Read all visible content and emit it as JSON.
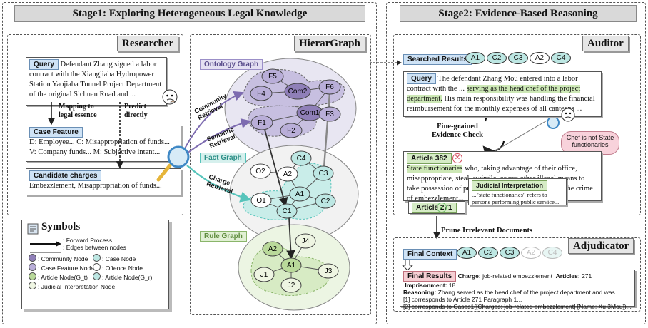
{
  "stage1": {
    "title": "Stage1:   Exploring Heterogeneous Legal Knowledge",
    "researcher": {
      "title": "Researcher",
      "query_tag": "Query",
      "query_text": "Defendant Zhang signed a labor contract with the Xiangjiaba Hydropower Station Yaojiaba Tunnel Project Department of the original Sichuan Road and ...",
      "mapping_label": "Mapping to legal essence",
      "predict_label": "Predict directly",
      "case_feature_tag": "Case Feature",
      "case_feature_line1": "D: Employee...  C: Misappropriation of funds...",
      "case_feature_line2": "V: Company funds...  M: Subjective intent...",
      "candidate_tag": "Candidate charges",
      "candidate_text": "Embezzlement, Misappropriation of funds..."
    },
    "symbols": {
      "title": "Symbols",
      "forward": ": Forward Process",
      "edges": ": Edges between nodes",
      "items": [
        ": Community Node",
        ": Case Node",
        ": Case Feature Node",
        ": Offence Node",
        ": Article Node(G_t)",
        ": Article Node(G_r)",
        ": Judicial Interpretation Node"
      ]
    },
    "hierargraph": {
      "title": "HierarGraph",
      "ontology": "Ontology Graph",
      "fact": "Fact Graph",
      "rule": "Rule Graph",
      "community_retrieval": "Community Retrieval",
      "semantic_retrieval": "Semantic Retrieval",
      "charge_retrieval": "Charge Retrieval",
      "nodes": {
        "F5": "F5",
        "F4": "F4",
        "Com2": "Com2",
        "F6": "F6",
        "Com1": "Com1",
        "F1": "F1",
        "F3": "F3",
        "F2": "F2",
        "C4": "C4",
        "O2": "O2",
        "A2f": "A2",
        "C3": "C3",
        "A1f": "A1",
        "O1": "O1",
        "C2": "C2",
        "C1": "C1",
        "A2r": "A2",
        "J4": "J4",
        "A1r": "A1",
        "J1": "J1",
        "J3": "J3",
        "J2": "J2"
      }
    }
  },
  "stage2": {
    "title": "Stage2:   Evidence-Based Reasoning",
    "auditor": {
      "title": "Auditor",
      "searched_tag": "Searched Results",
      "searched_items": [
        "A1",
        "C2",
        "C3",
        "A2",
        "C4"
      ],
      "query_tag": "Query",
      "query_pre": "The defendant Zhang Mou entered into a labor contract with the ... ",
      "query_hl": "serving as the head chef of the project department.",
      "query_post": " His main responsibility was handling the financial reimbursement for the monthly expenses of all canteens ...",
      "fine_grained": "Fine-grained Evidence Check",
      "bubble": "Chef is not State functionaries",
      "article382_tag": "Article 382",
      "article382_hl": "State functionaries",
      "article382_text": " who, taking advantage of their office, misappropriate, steal, swindle, or use other illegal means to take possession of public property, shall be guilty of the crime of embezzlement...",
      "judicial_tag": "Judicial Interpretation",
      "judicial_text": "...\"state functionaries\" refers to persons performing public service...",
      "article271_tag": "Article 271"
    },
    "prune_label": "Prune Irrelevant Documents",
    "adjudicator": {
      "title": "Adjudicator",
      "final_context_tag": "Final Context",
      "final_items": [
        "A1",
        "C2",
        "C3",
        "A2",
        "C4"
      ],
      "final_results_tag": "Final Results",
      "charge_label": "Charge:",
      "charge_value": "job-related embezzlement",
      "articles_label": "Articles:",
      "articles_value": "271",
      "imprisonment_label": "Imprisonment:",
      "imprisonment_value": "18",
      "reasoning_label": "Reasoning:",
      "reasoning_text": "Zhang served as the head chef of the project department and was ...",
      "ref1": "[1] corresponds to Article 271 Paragraph 1...",
      "ref2": "[2] corresponds to Cases1([Charges: job-related embezzlement] [Name: Xu 3Mou])..."
    }
  },
  "colors": {
    "community": "#8f7fb8",
    "case_feature": "#b9aed8",
    "article_t": "#b9d99a",
    "case_node": "#bde7e3",
    "tag_blue": "#cfe3f6"
  }
}
